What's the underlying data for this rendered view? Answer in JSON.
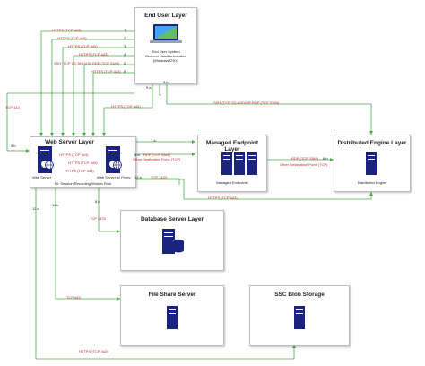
{
  "colors": {
    "green": "#4caf50",
    "red_text": "#c62828",
    "navy": "#1a237e",
    "box_border": "#bdbdbd"
  },
  "boxes": {
    "end_user": {
      "title": "End User Layer",
      "caption_lines": [
        "End User System",
        "Protocol Handler Installed",
        "(Windows/OSX)"
      ]
    },
    "web_server": {
      "title": "Web Server Layer",
      "web_server_caption": "Web Server",
      "proxy_caption": "Web Server w/ Proxy",
      "footer": "10. Session Recording Worker Role"
    },
    "managed_endpoint": {
      "title": "Managed Endpoint Layer",
      "caption": "Managed Endpoints"
    },
    "distributed_engine": {
      "title": "Distributed Engine Layer",
      "caption": "Distributed Engine"
    },
    "database": {
      "title": "Database Server Layer"
    },
    "file_share": {
      "title": "File Share Server"
    },
    "blob": {
      "title": "SSC Blob Storage"
    }
  },
  "labels": {
    "https1": "HTTPS (TCP 443)",
    "https2": "HTTPS (TCP 443)",
    "https3": "HTTPS (TCP 443)",
    "https4": "HTTPS (TCP 443)",
    "ssh_rdp": "SSH (TCP 22) AND/OR RDP (TCP 3389)",
    "https_5": "HTTPS (TCP 443)",
    "tcp443_left": "TCP 443",
    "https_9a": "HTTPS (TCP 443)",
    "ssh_long": "SSH (TCP 22) AND/OR RDP (TCP 3389)",
    "ws_https_a": "HTTPS (TCP 443)",
    "ws_https_b": "HTTPS (TCP 443)",
    "ws_https_c": "HTTPS (TCP 443)",
    "rdp_ws": "RDP (TCP 3389)",
    "other_dest_ws": "Other Destination Ports (TCP)",
    "tcp1433_ws": "TCP 1433",
    "rdp_de": "RDP (TCP 3389)",
    "other_dest_de": "Other Destination Ports (TCP)",
    "https_de": "HTTPS (TCP 443)",
    "tcp1433_db": "TCP 1433",
    "tcp445": "TCP 445",
    "https_blob": "HTTPS (TCP 443)"
  },
  "numbers": {
    "n1": "1",
    "n2": "2",
    "n3": "3",
    "n4": "4",
    "n5": "5",
    "n6": "6",
    "n5b": "5.b",
    "n9a": "9.a",
    "n9b": "9.b",
    "n7a": "7.a",
    "n8a": "8.a",
    "n8b": "8.b",
    "n12a": "12.a",
    "n8": "8.b",
    "n11b": "11.b",
    "n12c": "12.c"
  }
}
